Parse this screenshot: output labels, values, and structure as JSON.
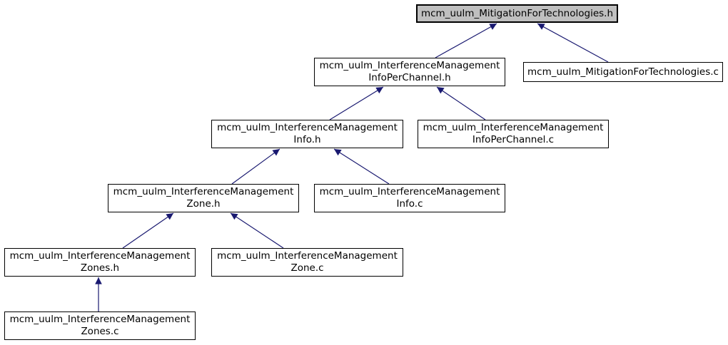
{
  "graph": {
    "colors": {
      "edge": "#191970",
      "node_border": "#000000",
      "node_fill": "#ffffff",
      "highlight_fill": "#bfbfbf"
    },
    "nodes": [
      {
        "id": "mitigation_h",
        "line1": "mcm_uulm_MitigationForTechnologies.h",
        "highlighted": true
      },
      {
        "id": "infoperchannel_h",
        "line1": "mcm_uulm_InterferenceManagement",
        "line2": "InfoPerChannel.h"
      },
      {
        "id": "mitigation_c",
        "line1": "mcm_uulm_MitigationForTechnologies.c"
      },
      {
        "id": "info_h",
        "line1": "mcm_uulm_InterferenceManagement",
        "line2": "Info.h"
      },
      {
        "id": "infoperchannel_c",
        "line1": "mcm_uulm_InterferenceManagement",
        "line2": "InfoPerChannel.c"
      },
      {
        "id": "zone_h",
        "line1": "mcm_uulm_InterferenceManagement",
        "line2": "Zone.h"
      },
      {
        "id": "info_c",
        "line1": "mcm_uulm_InterferenceManagement",
        "line2": "Info.c"
      },
      {
        "id": "zones_h",
        "line1": "mcm_uulm_InterferenceManagement",
        "line2": "Zones.h"
      },
      {
        "id": "zone_c",
        "line1": "mcm_uulm_InterferenceManagement",
        "line2": "Zone.c"
      },
      {
        "id": "zones_c",
        "line1": "mcm_uulm_InterferenceManagement",
        "line2": "Zones.c"
      }
    ],
    "edges": [
      {
        "from": "infoperchannel_h",
        "to": "mitigation_h"
      },
      {
        "from": "mitigation_c",
        "to": "mitigation_h"
      },
      {
        "from": "info_h",
        "to": "infoperchannel_h"
      },
      {
        "from": "infoperchannel_c",
        "to": "infoperchannel_h"
      },
      {
        "from": "zone_h",
        "to": "info_h"
      },
      {
        "from": "info_c",
        "to": "info_h"
      },
      {
        "from": "zones_h",
        "to": "zone_h"
      },
      {
        "from": "zone_c",
        "to": "zone_h"
      },
      {
        "from": "zones_c",
        "to": "zones_h"
      }
    ]
  }
}
